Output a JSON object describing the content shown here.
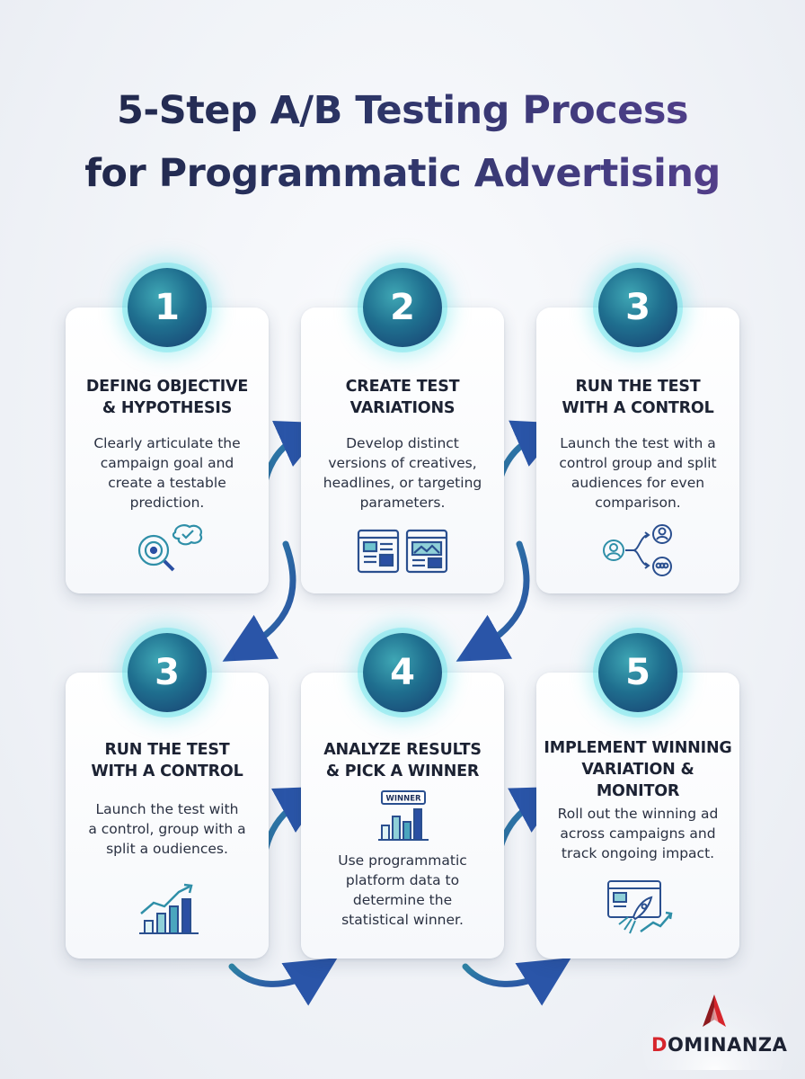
{
  "title": {
    "line1": "5-Step A/B Testing Process",
    "line2": "for Programmatic Advertising"
  },
  "colors": {
    "badge": "#1f6f8f",
    "arrow": "#2a5aa8",
    "title_start": "#1d2342",
    "title_end": "#5b3f8c",
    "brand_red": "#d6252c"
  },
  "cards": [
    {
      "number": "1",
      "title_lines": [
        "DEFING OBJECTIVE",
        "& HYPOTHESIS"
      ],
      "desc_lines": [
        "Clearly articulate the",
        "campaign goal and",
        "create a testable",
        "prediction."
      ],
      "icon": "target-magnifier-check-icon"
    },
    {
      "number": "2",
      "title_lines": [
        "CREATE TEST",
        "VARIATIONS"
      ],
      "desc_lines": [
        "Develop distinct",
        "versions of creatives,",
        "headlines, or targeting",
        "parameters."
      ],
      "icon": "ad-layouts-icon"
    },
    {
      "number": "3",
      "title_lines": [
        "RUN THE TEST",
        "WITH A CONTROL"
      ],
      "desc_lines": [
        "Launch the test with a",
        "control group and split",
        "audiences for even",
        "comparison."
      ],
      "icon": "audience-split-icon"
    },
    {
      "number": "3",
      "title_lines": [
        "RUN THE TEST",
        "WITH A CONTROL"
      ],
      "desc_lines": [
        "Launch the test with",
        "a control, group with a",
        "split a oudiences."
      ],
      "icon": "growth-chart-icon"
    },
    {
      "number": "4",
      "title_lines": [
        "ANALYZE RESULTS",
        "& PICK A WINNER"
      ],
      "desc_lines": [
        "Use programmatic",
        "platform data to",
        "determine the",
        "statistical winner."
      ],
      "icon": "winner-bar-chart-icon",
      "icon_label": "WINNER"
    },
    {
      "number": "5",
      "title_lines": [
        "IMPLEMENT WINNING",
        "VARIATION &",
        "MONITOR"
      ],
      "desc_lines": [
        "Roll out the winning ad",
        "across campaigns and",
        "track ongoing impact."
      ],
      "icon": "rocket-launch-icon"
    }
  ],
  "brand": {
    "first_letter": "D",
    "rest": "OMINANZA"
  }
}
